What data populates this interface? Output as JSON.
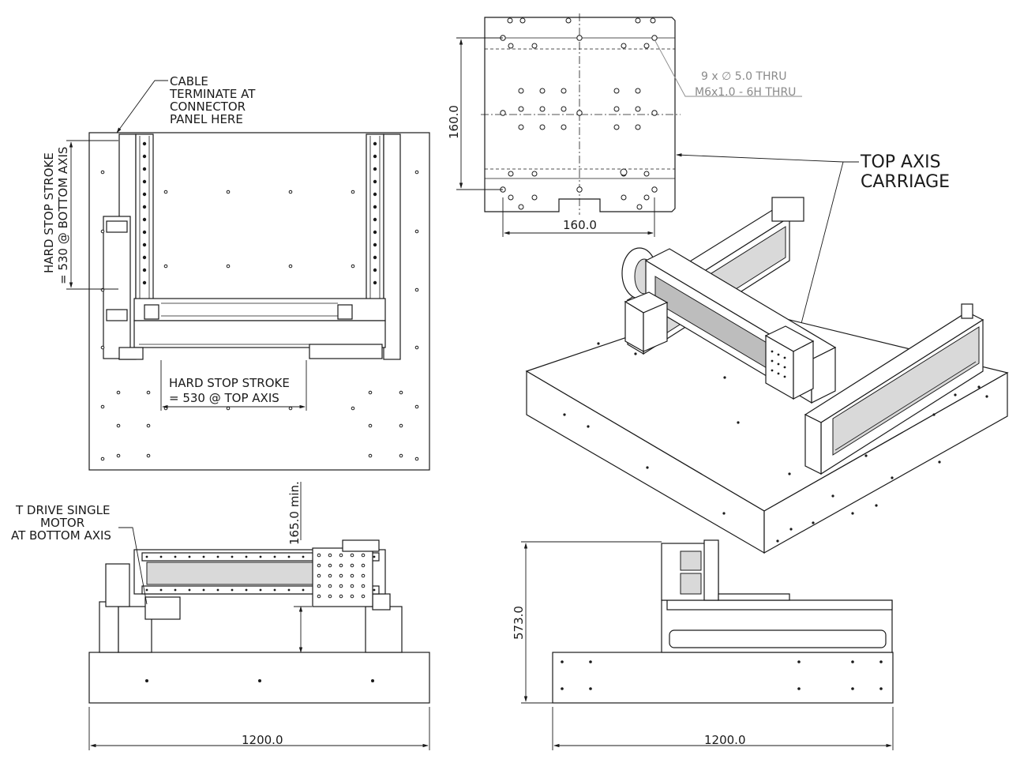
{
  "labels": {
    "cable_note": [
      "CABLE",
      "TERMINATE AT",
      "CONNECTOR",
      "PANEL HERE"
    ],
    "hard_stop_bottom": [
      "HARD STOP STROKE",
      "= 530 @ BOTTOM AXIS"
    ],
    "hard_stop_top": [
      "HARD STOP STROKE",
      "= 530 @ TOP AXIS"
    ],
    "t_drive_note": [
      "T DRIVE SINGLE",
      "MOTOR",
      "AT BOTTOM AXIS"
    ],
    "hole_note": [
      "9 x ∅ 5.0 THRU",
      "M6x1.0 - 6H THRU"
    ],
    "top_axis_carriage": [
      "TOP AXIS",
      "CARRIAGE"
    ]
  },
  "dimensions": {
    "carriage_height": "160.0",
    "carriage_width": "160.0",
    "clearance_min": "165.0 min.",
    "front_width": "1200.0",
    "side_width": "1200.0",
    "overall_height": "573.0"
  }
}
